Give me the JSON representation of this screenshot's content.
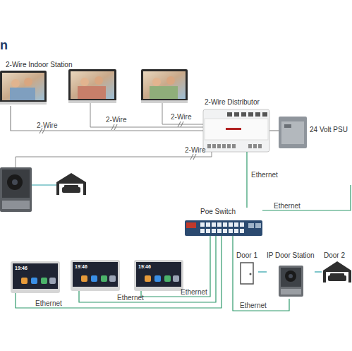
{
  "diagram": {
    "title": "n",
    "nodes": [
      {
        "text": [
          "2-Wire Indoor Station"
        ]
      },
      {
        "text": [
          "2-Wire Distributor"
        ]
      },
      {
        "text": [
          "24 Volt PSU"
        ]
      },
      {
        "text": [
          "Poe Switch"
        ]
      },
      {
        "text": [
          "Door 1"
        ]
      },
      {
        "text": [
          "IP Door Station"
        ]
      },
      {
        "text": [
          "Door 2"
        ]
      }
    ],
    "edges": [
      {
        "from": 0,
        "to": 1,
        "label": "2-Wire",
        "arrow": "none"
      },
      {
        "from": 1,
        "to": 2,
        "arrow": "none"
      },
      {
        "from": 1,
        "to": 3,
        "label": "Ethernet",
        "arrow": "none"
      },
      {
        "from": 3,
        "to": 5,
        "label": "Ethernet",
        "arrow": "none"
      },
      {
        "from": 5,
        "to": 4,
        "arrow": "none"
      },
      {
        "from": 5,
        "to": 6,
        "arrow": "none"
      }
    ],
    "labels": [
      "2-Wire",
      "2-Wire",
      "2-Wire",
      "Ethernet",
      "19:46",
      "19:46",
      "19:46",
      "Ethernet",
      "Ethernet",
      "Ethernet"
    ]
  }
}
